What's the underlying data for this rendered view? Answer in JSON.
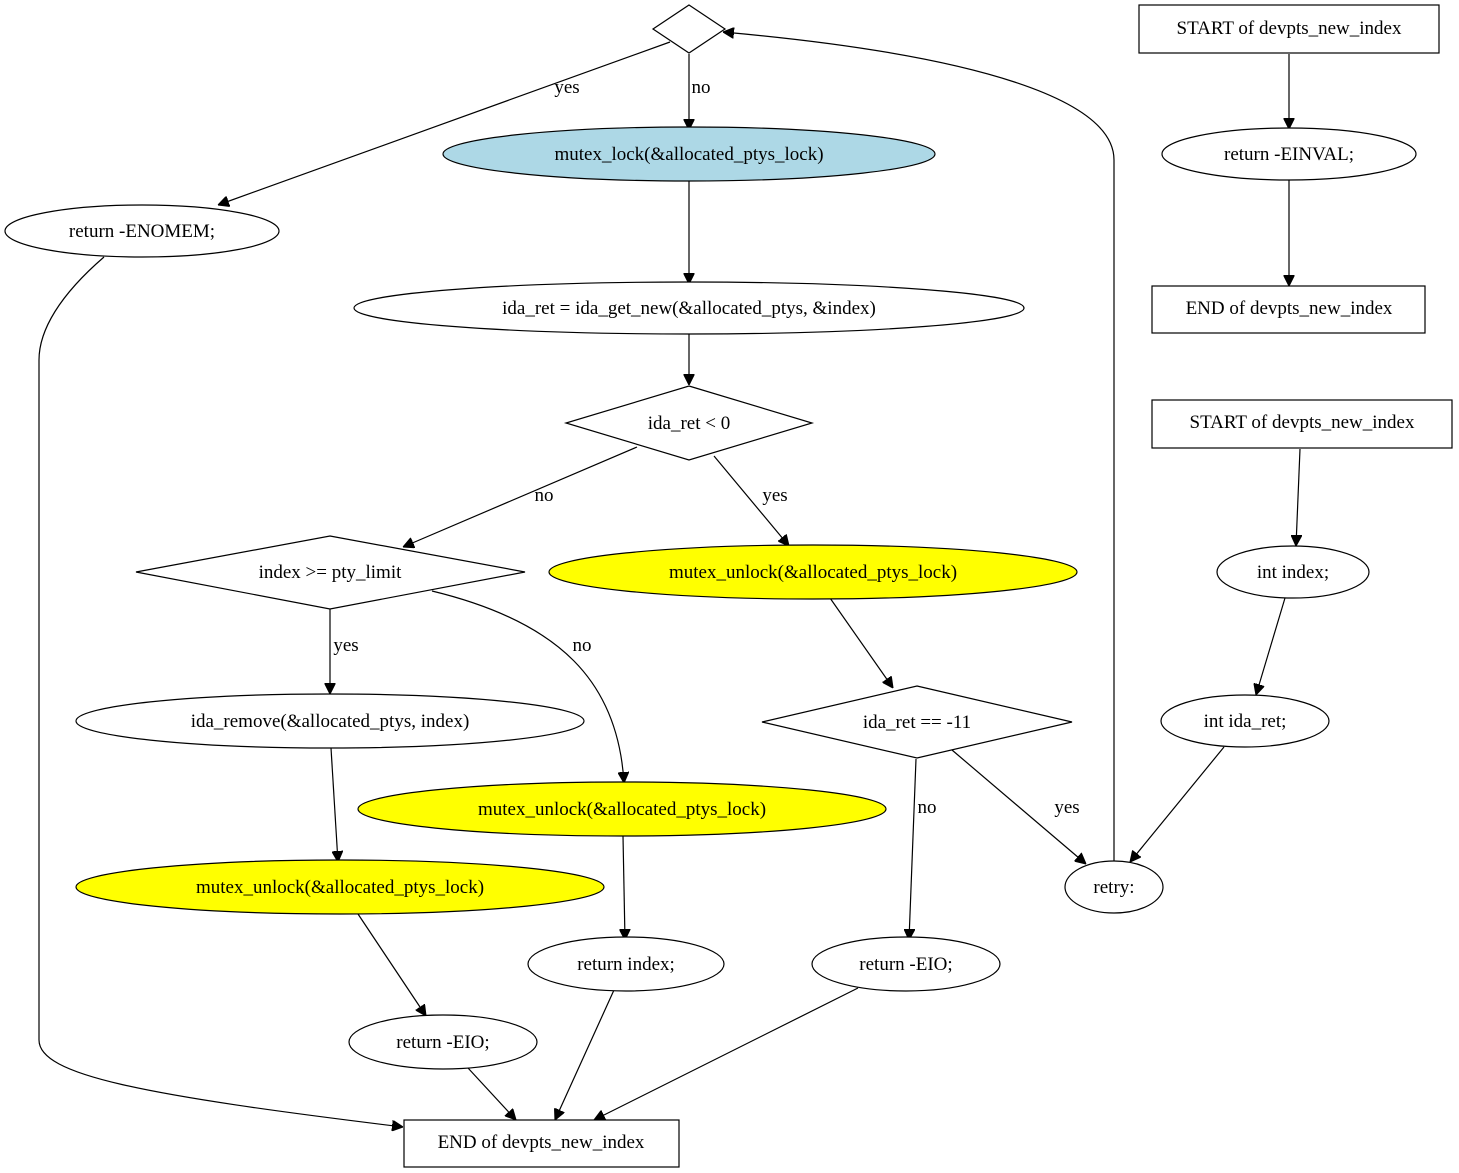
{
  "colors": {
    "lock_fill": "#add8e6",
    "unlock_fill": "#ffff00",
    "default_fill": "#ffffff",
    "stroke": "#000000"
  },
  "nodes": {
    "d_top": "",
    "start1": "START of devpts_new_index",
    "return_einval": "return -EINVAL;",
    "end1": "END of devpts_new_index",
    "start2": "START of devpts_new_index",
    "int_index": "int index;",
    "int_ida_ret": "int ida_ret;",
    "retry": "retry:",
    "mutex_lock": "mutex_lock(&allocated_ptys_lock)",
    "return_enomem": "return -ENOMEM;",
    "ida_get_new": "ida_ret = ida_get_new(&allocated_ptys, &index)",
    "d_ida_ret_lt0": "ida_ret < 0",
    "d_index_limit": "index >= pty_limit",
    "unlock_a": "mutex_unlock(&allocated_ptys_lock)",
    "d_ida_ret_eq": "ida_ret == -11",
    "ida_remove": "ida_remove(&allocated_ptys, index)",
    "unlock_b": "mutex_unlock(&allocated_ptys_lock)",
    "unlock_c": "mutex_unlock(&allocated_ptys_lock)",
    "return_index": "return index;",
    "return_eio_a": "return -EIO;",
    "return_eio_b": "return -EIO;",
    "end2": "END of devpts_new_index"
  },
  "edge_labels": {
    "top_yes": "yes",
    "top_no": "no",
    "lt0_no": "no",
    "lt0_yes": "yes",
    "limit_yes": "yes",
    "limit_no": "no",
    "eq_no": "no",
    "eq_yes": "yes"
  }
}
